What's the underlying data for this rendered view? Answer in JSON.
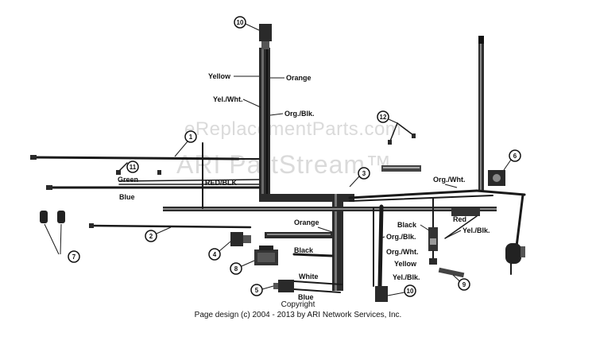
{
  "watermark": {
    "line1": "eReplacementParts.com",
    "line2": "ARI PartStream™"
  },
  "footer": {
    "line1": "Copyright",
    "line2": "Page design (c) 2004 - 2013 by ARI Network Services, Inc."
  },
  "wire_labels": {
    "yellow_top": "Yellow",
    "orange_top": "Orange",
    "yel_wht_top": "Yel./Wht.",
    "org_blk_top": "Org./Blk.",
    "green": "Green",
    "red_blk": "RED/BLK",
    "blue_left": "Blue",
    "org_wht": "Org./Wht.",
    "orange_mid": "Orange",
    "black_mid": "Black",
    "white": "White",
    "blue_bottom": "Blue",
    "black_right": "Black",
    "red": "Red",
    "yel_blk_right": "Yel./Blk.",
    "org_blk_right": "Org./Blk.",
    "org_wht_right": "Org./Wht.",
    "yellow_right": "Yellow",
    "yel_blk_bottom": "Yel./Blk."
  },
  "callouts": [
    "1",
    "2",
    "3",
    "4",
    "5",
    "6",
    "7",
    "8",
    "9",
    "10",
    "11",
    "12",
    "10"
  ]
}
